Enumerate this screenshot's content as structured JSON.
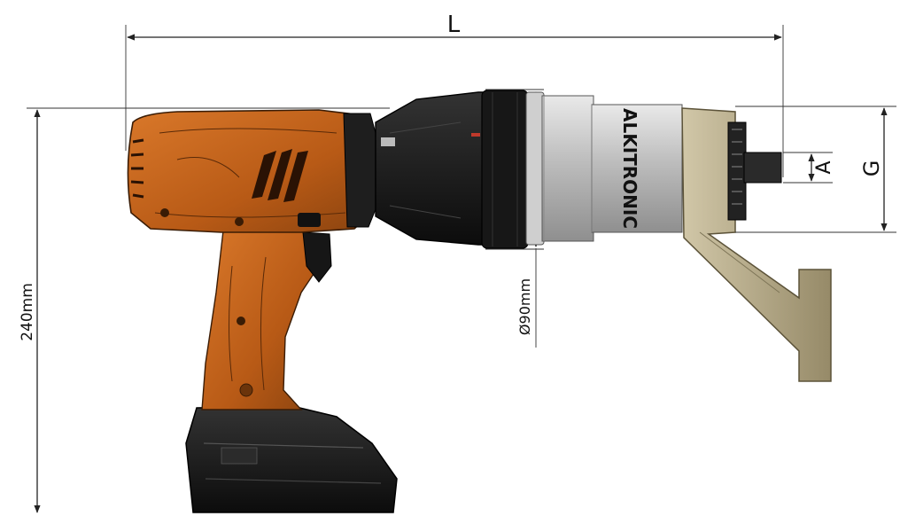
{
  "diagram": {
    "dimensions": {
      "length_label": "L",
      "height_label": "240mm",
      "diameter_label": "Ø90mm",
      "square_drive_label": "A",
      "reaction_label": "G"
    },
    "brand_mark": "ALKITRONIC",
    "colors": {
      "tool_body": "#c8691e",
      "tool_body_dark": "#7a3a0c",
      "grip_black": "#1c1c1c",
      "gearbox_silver": "#d6d6d6",
      "reaction_arm": "#b5aa8a",
      "dimension_lines": "#222222"
    }
  }
}
